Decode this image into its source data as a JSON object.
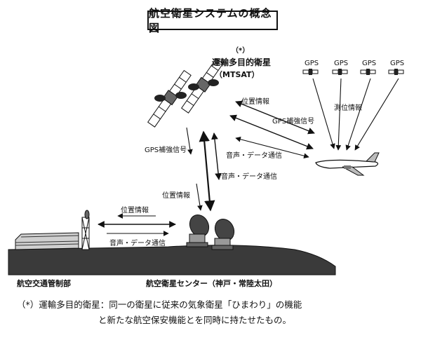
{
  "title": "航空衛星システムの概念図",
  "satellite": {
    "marker": "（*）",
    "name": "運輸多目的衛星",
    "abbrev": "（MTSAT）"
  },
  "gps": {
    "labels": [
      "GPS",
      "GPS",
      "GPS",
      "GPS"
    ]
  },
  "signals": {
    "position_info_top": "位置情報",
    "gps_augmentation_right": "GPS補強信号",
    "ranging_info": "測位情報",
    "gps_augmentation_left": "GPS補強信号",
    "voice_data_right": "音声・データ通信",
    "voice_data_center": "音声・データ通信",
    "position_info_center": "位置情報",
    "position_info_ground": "位置情報",
    "voice_data_ground": "音声・データ通信"
  },
  "ground": {
    "atc_label": "航空交通管制部",
    "center_label": "航空衛星センター（神戸・常陸太田）"
  },
  "note": {
    "line1": "（*）運輸多目的衛星：同一の衛星に従来の気象衛星「ひまわり」の機能",
    "line2": "と新たな航空保安機能とを同時に持たせたもの。"
  }
}
